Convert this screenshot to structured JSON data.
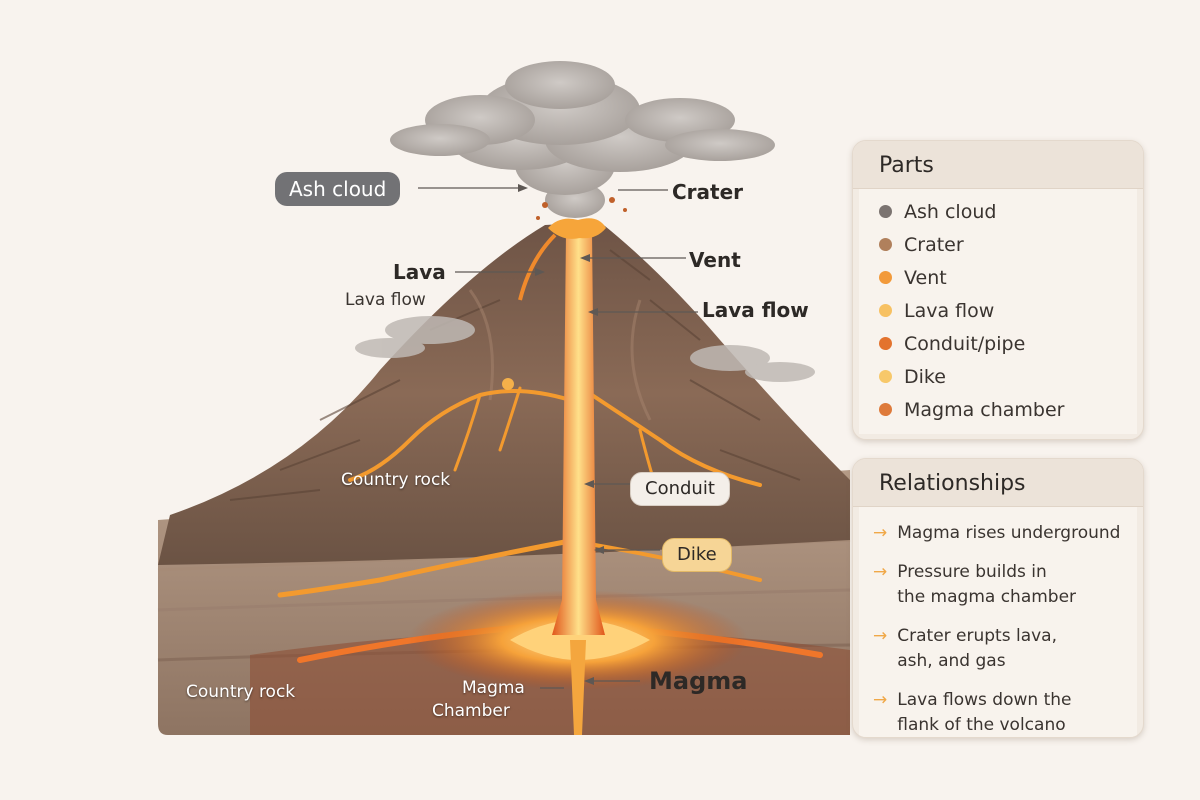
{
  "diagram": {
    "labels": {
      "ash_cloud": "Ash cloud",
      "crater": "Crater",
      "vent": "Vent",
      "lava": "Lava",
      "lava_flow_left": "Lava flow",
      "lava_flow_right": "Lava flow",
      "country_rock_upper": "Country rock",
      "country_rock_lower": "Country rock",
      "conduit": "Conduit",
      "dike": "Dike",
      "magma_chamber_line1": "Magma",
      "magma_chamber_line2": "Chamber",
      "magma": "Magma"
    }
  },
  "parts_panel": {
    "title": "Parts",
    "items": [
      {
        "label": "Ash cloud",
        "color": "#7b7370"
      },
      {
        "label": "Crater",
        "color": "#b0805c"
      },
      {
        "label": "Vent",
        "color": "#f29a3a"
      },
      {
        "label": "Lava flow",
        "color": "#f7c162"
      },
      {
        "label": "Conduit/pipe",
        "color": "#e3732e"
      },
      {
        "label": "Dike",
        "color": "#f7c86a"
      },
      {
        "label": "Magma chamber",
        "color": "#de7a3a"
      }
    ]
  },
  "relationships_panel": {
    "title": "Relationships",
    "items": [
      "Magma rises underground",
      "Pressure builds in\nthe magma chamber",
      "Crater erupts lava,\nash, and gas",
      "Lava flows down the\nflank of the volcano"
    ]
  }
}
